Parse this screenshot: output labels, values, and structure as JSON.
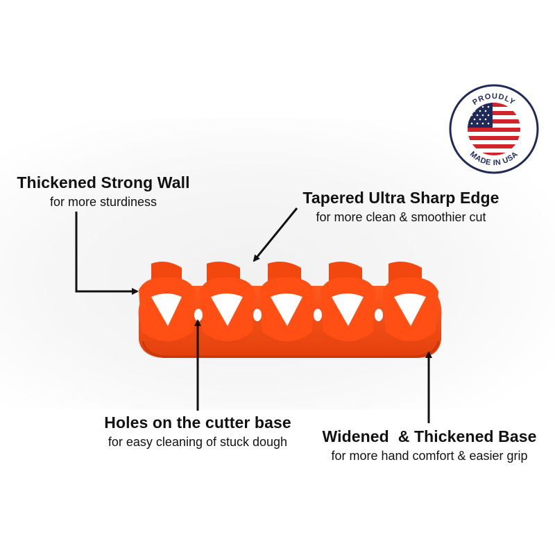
{
  "colors": {
    "product": "#ff4a12",
    "product_dark": "#d93a08",
    "arrow": "#111111",
    "badge_border": "#1f2a5a",
    "flag_red": "#d2232a",
    "flag_blue": "#1f2a5a"
  },
  "badge": {
    "top_text": "PROUDLY",
    "bottom_text": "MADE IN USA"
  },
  "callouts": {
    "wall": {
      "title": "Thickened Strong Wall",
      "subtitle": "for more sturdiness"
    },
    "edge": {
      "title": "Tapered Ultra Sharp Edge",
      "subtitle": "for more clean & smoothier cut"
    },
    "holes": {
      "title": "Holes on the cutter base",
      "subtitle": "for easy cleaning of stuck dough"
    },
    "base": {
      "title": "Widened  & Thickened Base",
      "subtitle": "for more hand comfort & easier grip"
    }
  }
}
